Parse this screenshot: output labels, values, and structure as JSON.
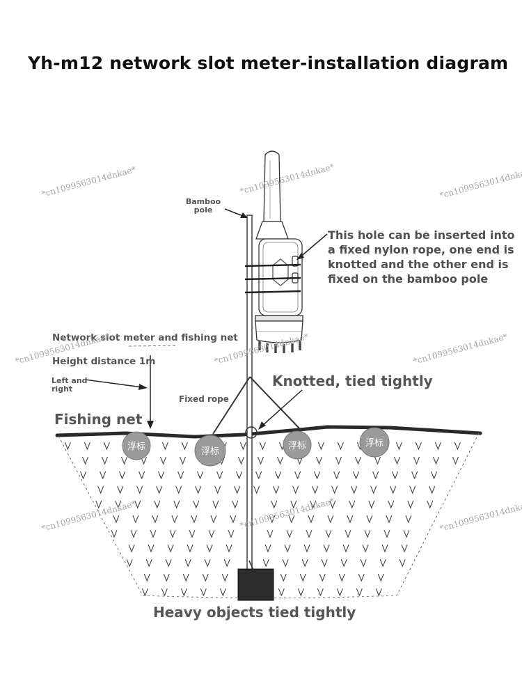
{
  "title": "Yh-m12 network slot meter-installation diagram",
  "labels": {
    "bamboo_pole": "Bamboo pole",
    "hole_note": "This hole can be inserted into a fixed nylon rope, one end is knotted and the other end is fixed on the bamboo pole",
    "meter_and_net": "Network slot meter and fishing net",
    "height_distance": "Height distance 1m",
    "left_and_right": "Left and right",
    "fixed_rope": "Fixed rope",
    "knotted": "Knotted, tied tightly",
    "fishing_net": "Fishing net",
    "heavy_objects": "Heavy objects tied tightly"
  },
  "float_label": "浮标",
  "watermark": "*cn1099563014dnkae*",
  "colors": {
    "line": "#333333",
    "float": "#9a9a9a",
    "weight": "#2b2b2b",
    "watermark": "#a7a7a7"
  }
}
